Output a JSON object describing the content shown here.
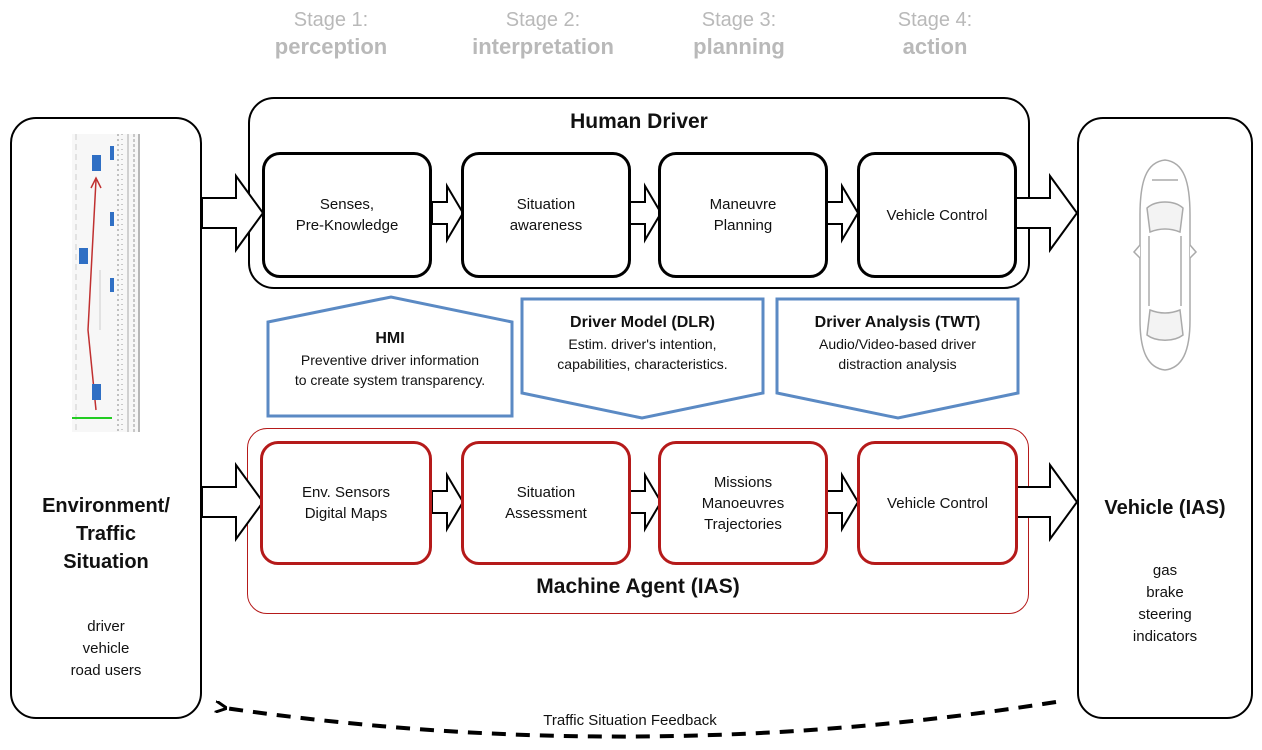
{
  "stages": [
    {
      "num": "Stage 1:",
      "name": "perception"
    },
    {
      "num": "Stage 2:",
      "name": "interpretation"
    },
    {
      "num": "Stage 3:",
      "name": "planning"
    },
    {
      "num": "Stage 4:",
      "name": "action"
    }
  ],
  "human_driver": {
    "title": "Human Driver",
    "boxes": [
      "Senses,\nPre-Knowledge",
      "Situation\nawareness",
      "Maneuvre\nPlanning",
      "Vehicle Control"
    ]
  },
  "machine_agent": {
    "title": "Machine Agent (IAS)",
    "boxes": [
      "Env. Sensors\nDigital Maps",
      "Situation\nAssessment",
      "Missions\nManoeuvres\nTrajectories",
      "Vehicle Control"
    ]
  },
  "hmi": {
    "title": "HMI",
    "line1": "Preventive driver information",
    "line2": "to create system transparency."
  },
  "driver_model": {
    "title": "Driver Model (DLR)",
    "line1": "Estim. driver's intention,",
    "line2": "capabilities, characteristics."
  },
  "driver_analysis": {
    "title": "Driver Analysis (TWT)",
    "line1": "Audio/Video-based driver",
    "line2": "distraction analysis"
  },
  "environment": {
    "title": "Environment/\nTraffic\nSituation",
    "items": [
      "driver",
      "vehicle",
      "road users"
    ]
  },
  "vehicle": {
    "title": "Vehicle (IAS)",
    "items": [
      "gas",
      "brake",
      "steering",
      "indicators"
    ]
  },
  "feedback_label": "Traffic Situation Feedback",
  "colors": {
    "machine_red": "#b51a1a",
    "driver_model_blue": "#5b8ac4",
    "stage_gray": "#b9b9b9",
    "road_car_blue": "#2f6fc4"
  },
  "icons": {
    "road_scene": "road-traffic-scene-icon",
    "car": "car-top-view-icon"
  }
}
